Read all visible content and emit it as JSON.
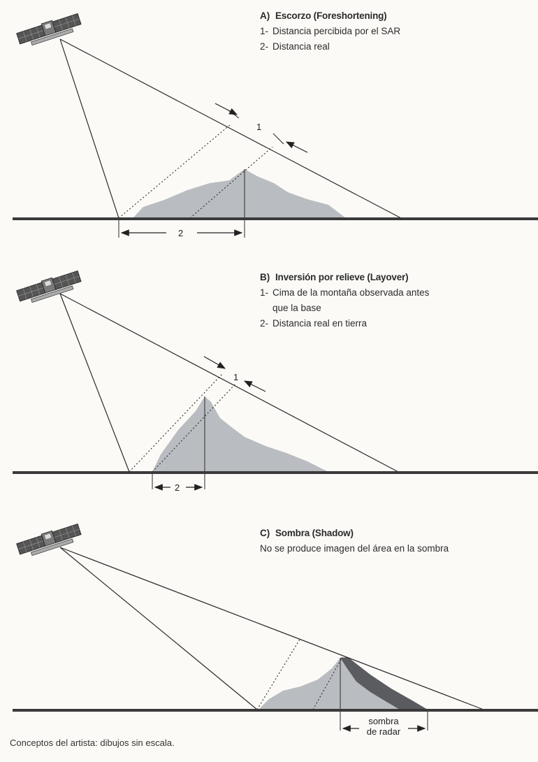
{
  "panels": [
    {
      "id": "A",
      "letter": "A)",
      "title": "Escorzo (Foreshortening)",
      "items": [
        {
          "num": "1-",
          "text": "Distancia percibida por el SAR"
        },
        {
          "num": "2-",
          "text": "Distancia real"
        }
      ],
      "labels": {
        "one": "1",
        "two": "2"
      }
    },
    {
      "id": "B",
      "letter": "B)",
      "title": "Inversión por relieve (Layover)",
      "items": [
        {
          "num": "1-",
          "text": "Cima de la montaña observada antes"
        },
        {
          "num": "",
          "text": "que la base"
        },
        {
          "num": "2-",
          "text": "Distancia real en tierra"
        }
      ],
      "labels": {
        "one": "1",
        "two": "2"
      }
    },
    {
      "id": "C",
      "letter": "C)",
      "title": "Sombra (Shadow)",
      "items": [
        {
          "num": "",
          "text": "No se produce imagen del área en la sombra"
        }
      ],
      "labels": {
        "shadow_line1": "sombra",
        "shadow_line2": "de radar"
      }
    }
  ],
  "caption": "Conceptos del artista: dibujos sin escala.",
  "colors": {
    "ground": "#3a3a3a",
    "mountain": "#b9bcc0",
    "shadow": "#5a5c60",
    "line": "#2a2a2a"
  },
  "icons": [
    "satellite-icon"
  ]
}
